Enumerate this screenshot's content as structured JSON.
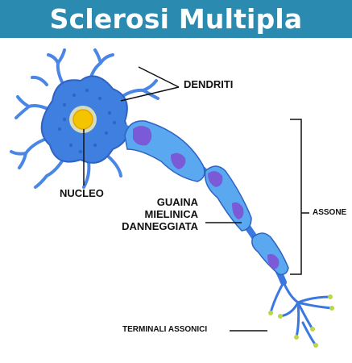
{
  "title": "Sclerosi Multipla",
  "labels": {
    "dendriti": "DENDRITI",
    "nucleo": "NUCLEO",
    "guaina_line1": "GUAINA",
    "guaina_line2": "MIELINICA",
    "guaina_line3": "DANNEGGIATA",
    "assone": "ASSONE",
    "terminali": "TERMINALI ASSONICI"
  },
  "colors": {
    "header": "#2b8ab0",
    "neuron": "#3f7fe0",
    "myelin": "#5aa8f0",
    "damage": "#7a5ad6",
    "nucleus": "#f5c400",
    "terminal_tip": "#b8d84a"
  }
}
